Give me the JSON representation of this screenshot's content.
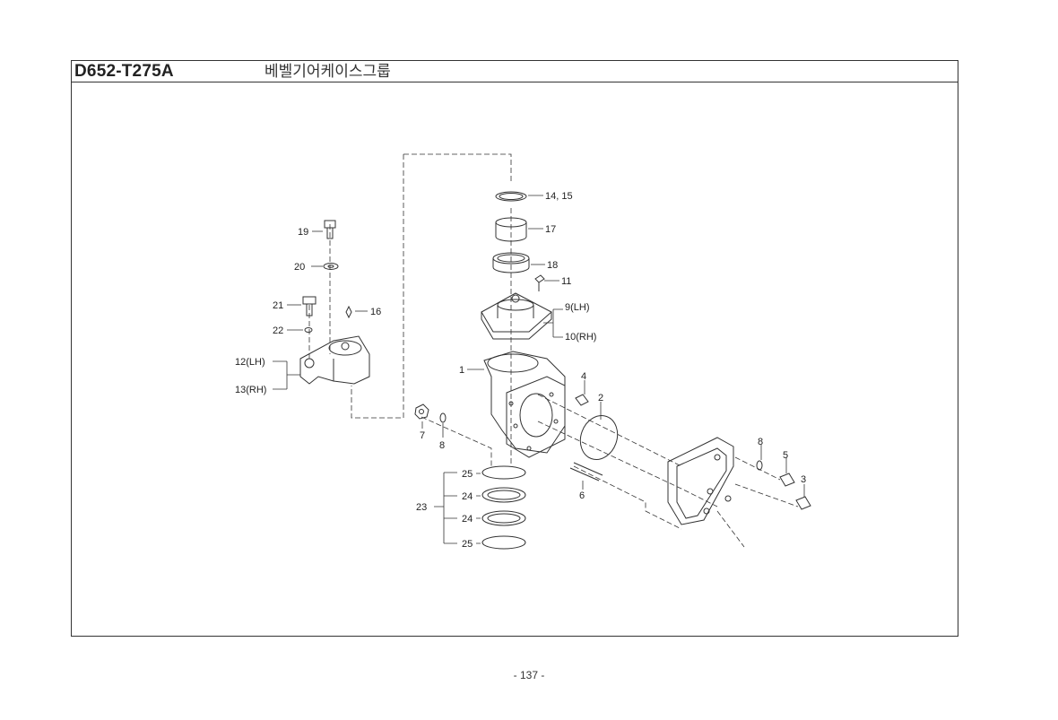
{
  "header": {
    "part_code": "D652-T275A",
    "group_title": "베벨기어케이스그룹"
  },
  "callouts": {
    "c1": "1",
    "c2": "2",
    "c3": "3",
    "c4": "4",
    "c5": "5",
    "c6": "6",
    "c7": "7",
    "c8a": "8",
    "c8b": "8",
    "c9": "9(LH)",
    "c10": "10(RH)",
    "c11": "11",
    "c12": "12(LH)",
    "c13": "13(RH)",
    "c14": "14, 15",
    "c16": "16",
    "c17": "17",
    "c18": "18",
    "c19": "19",
    "c20": "20",
    "c21": "21",
    "c22": "22",
    "c23": "23",
    "c24a": "24",
    "c24b": "24",
    "c25a": "25",
    "c25b": "25"
  },
  "footer": {
    "page_number": "- 137 -"
  }
}
